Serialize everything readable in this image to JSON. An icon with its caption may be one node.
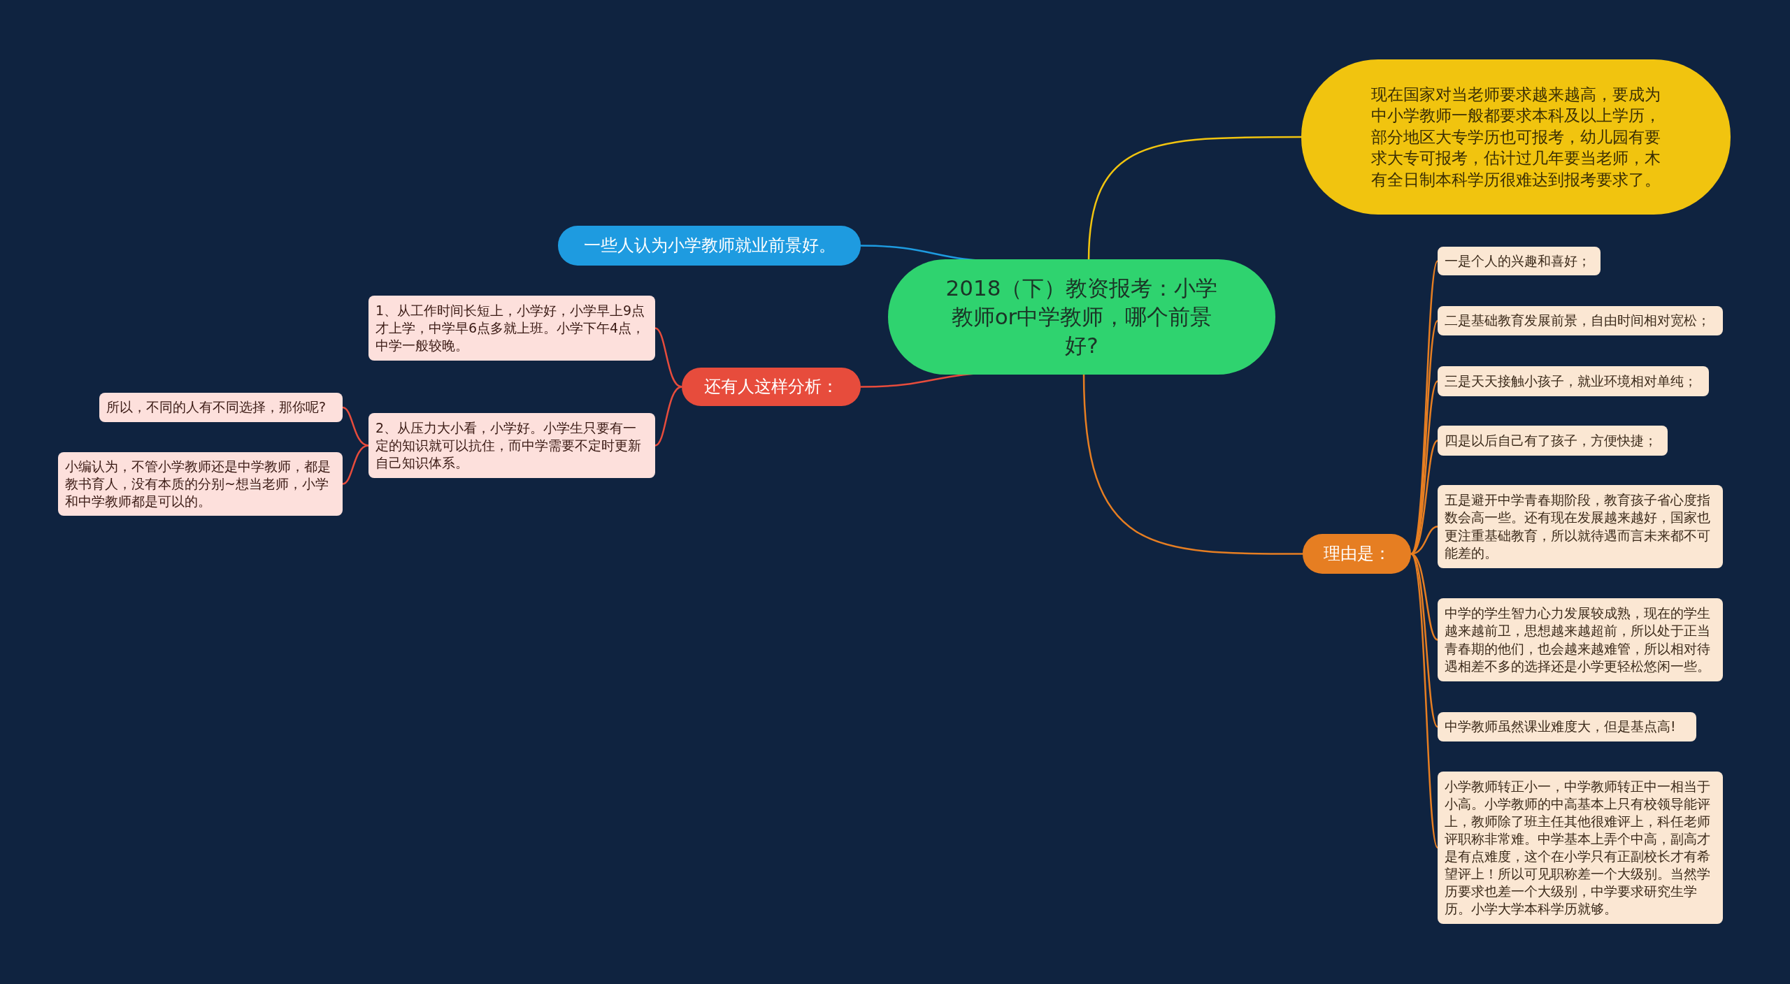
{
  "diagram": {
    "nodes": [
      {
        "text": [
          "2018（下）教资报考：小学教师or中学教师，哪个前景好?"
        ]
      },
      {
        "text": [
          "现在国家对当老师要求越来越高，要成为中小学教师一般都要求本科及以上学历，部分地区大专学历也可报考，幼儿园有要求大专可报考，估计过几年要当老师，木有全日制本科学历很难达到报考要求了。"
        ]
      },
      {
        "text": [
          "一些人认为小学教师就业前景好。"
        ]
      },
      {
        "text": [
          "还有人这样分析："
        ]
      },
      {
        "text": [
          "1、从工作时间长短上，小学好，小学早上9点才上学，中学早6点多就上班。小学下午4点，中学一般较晚。"
        ]
      },
      {
        "text": [
          "2、从压力大小看，小学好。小学生只要有一定的知识就可以抗住，而中学需要不定时更新自己知识体系。"
        ]
      },
      {
        "text": [
          "所以，不同的人有不同选择，那你呢?"
        ]
      },
      {
        "text": [
          "小编认为，不管小学教师还是中学教师，都是教书育人，没有本质的分别~想当老师，小学和中学教师都是可以的。"
        ]
      },
      {
        "text": [
          "理由是："
        ]
      },
      {
        "text": [
          "一是个人的兴趣和喜好；"
        ]
      },
      {
        "text": [
          "二是基础教育发展前景，自由时间相对宽松；"
        ]
      },
      {
        "text": [
          "三是天天接触小孩子，就业环境相对单纯；"
        ]
      },
      {
        "text": [
          "四是以后自己有了孩子，方便快捷；"
        ]
      },
      {
        "text": [
          "五是避开中学青春期阶段，教育孩子省心度指数会高一些。还有现在发展越来越好，国家也更注重基础教育，所以就待遇而言未来都不可能差的。"
        ]
      },
      {
        "text": [
          "中学的学生智力心力发展较成熟，现在的学生越来越前卫，思想越来越超前，所以处于正当青春期的他们，也会越来越难管，所以相对待遇相差不多的选择还是小学更轻松悠闲一些。"
        ]
      },
      {
        "text": [
          "中学教师虽然课业难度大，但是基点高!"
        ]
      },
      {
        "text": [
          "小学教师转正小一，中学教师转正中一相当于小高。小学教师的中高基本上只有校领导能评上，教师除了班主任其他很难评上，科任老师评职称非常难。中学基本上弄个中高，副高才是有点难度，这个在小学只有正副校长才有希望评上！所以可见职称差一个大级别。当然学历要求也差一个大级别，中学要求研究生学历。小学大学本科学历就够。"
        ]
      }
    ],
    "edges": [
      {
        "from": 0,
        "to": 1,
        "arrow": "none",
        "color": "#f1c40f"
      },
      {
        "from": 0,
        "to": 2,
        "arrow": "none",
        "color": "#1e9be0"
      },
      {
        "from": 0,
        "to": 3,
        "arrow": "none",
        "color": "#e74c3c"
      },
      {
        "from": 0,
        "to": 8,
        "arrow": "none"
      },
      {
        "from": 3,
        "to": 4,
        "arrow": "none",
        "color": "#e74c3c"
      },
      {
        "from": 3,
        "to": 5,
        "arrow": "none",
        "color": "#e74c3c"
      },
      {
        "from": 5,
        "to": 6,
        "arrow": "none",
        "color": "#e74c3c"
      },
      {
        "from": 5,
        "to": 7,
        "arrow": "none",
        "color": "#e74c3c"
      },
      {
        "from": 8,
        "to": 9,
        "arrow": "none"
      },
      {
        "from": 8,
        "to": 10,
        "arrow": "none"
      },
      {
        "from": 8,
        "to": 11,
        "arrow": "none"
      },
      {
        "from": 8,
        "to": 12,
        "arrow": "none"
      },
      {
        "from": 8,
        "to": 13,
        "arrow": "none"
      },
      {
        "from": 8,
        "to": 14,
        "arrow": "none"
      },
      {
        "from": 8,
        "to": 15,
        "arrow": "none"
      },
      {
        "from": 8,
        "to": 16,
        "arrow": "none"
      }
    ]
  }
}
